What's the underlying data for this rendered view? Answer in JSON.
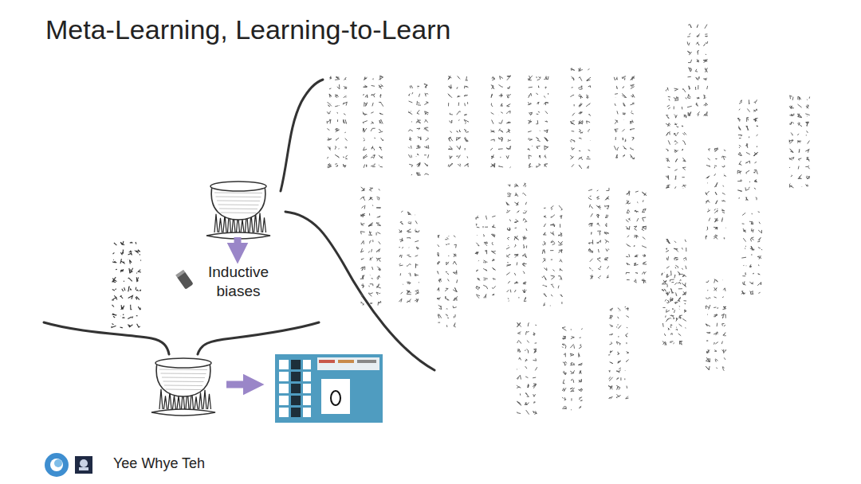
{
  "diagram": {
    "title": "Meta-Learning, Learning-to-Learn",
    "labels": [
      "Inductive biases",
      "Yee Whye Teh"
    ]
  }
}
